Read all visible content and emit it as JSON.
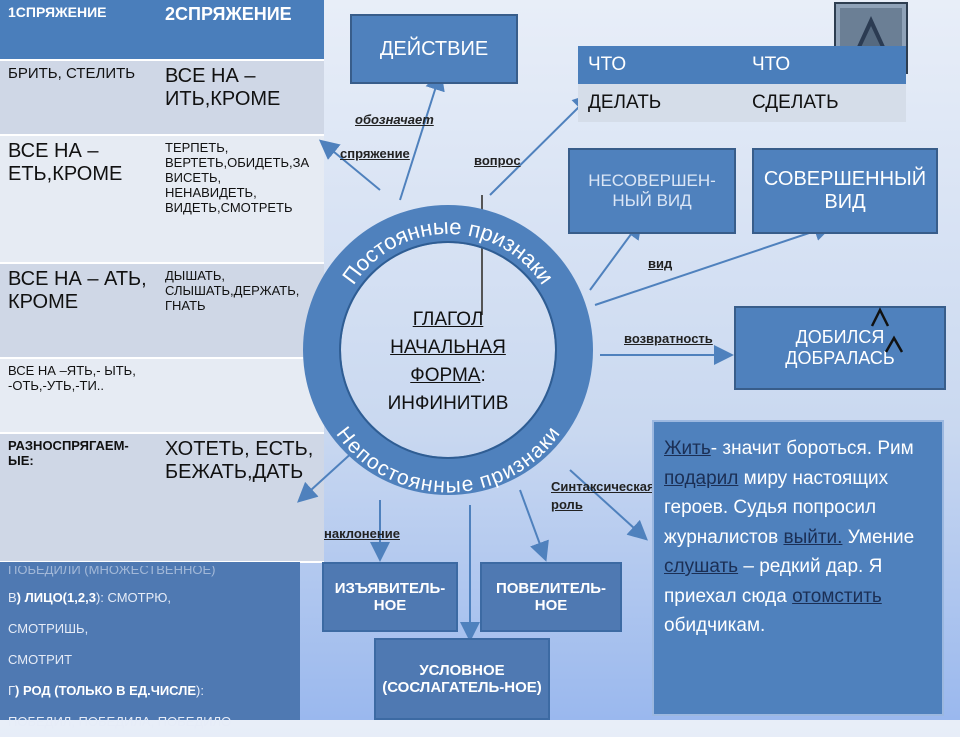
{
  "conj_table": {
    "headers": [
      "1СПРЯЖЕНИЕ",
      "2СПРЯЖЕНИЕ"
    ],
    "rows": [
      [
        "БРИТЬ, СТЕЛИТЬ",
        "ВСЕ НА – ИТЬ,КРОМЕ"
      ],
      [
        "ВСЕ НА – ЕТЬ,КРОМЕ",
        "ТЕРПЕТЬ, ВЕРТЕТЬ,ОБИДЕТЬ,ЗАВИСЕТЬ, НЕНАВИДЕТЬ, ВИДЕТЬ,СМОТРЕТЬ"
      ],
      [
        "ВСЕ НА – АТЬ, КРОМЕ",
        "ДЫШАТЬ, СЛЫШАТЬ,ДЕРЖАТЬ, ГНАТЬ"
      ],
      [
        "ВСЕ НА –ЯТЬ,- ЫТЬ, -ОТЬ,-УТЬ,-ТИ..",
        ""
      ],
      [
        "РАЗНОСПРЯГАЕМ-ЫЕ:",
        "ХОТЕТЬ, ЕСТЬ, БЕЖАТЬ,ДАТЬ"
      ]
    ]
  },
  "lower_panel": {
    "line1": "ПОБЕДИЛИ (МНОЖЕСТВЕННОЕ)",
    "line2_prefix": "В",
    "line2_bold": ") ЛИЦО(1,2,3",
    "line2_rest": "): СМОТРЮ,",
    "line3": "СМОТРИШЬ,",
    "line4": "СМОТРИТ",
    "line5_prefix": "Г",
    "line5_bold": ") РОД (ТОЛЬКО В ЕД.ЧИСЛЕ",
    "line5_rest": "):",
    "line6": "ПОБЕДИЛ, ПОБЕДИЛА, ПОБЕДИЛО"
  },
  "deystvie": "ДЕЙСТВИЕ",
  "what_table": {
    "h1": "ЧТО",
    "h2": "ЧТО",
    "b1": "ДЕЛАТЬ",
    "b2": "СДЕЛАТЬ"
  },
  "labels": {
    "oboznachaet": "обозначает",
    "spryazhenie": "спряжение",
    "vopros": "вопрос",
    "vid": "вид",
    "vozvratnost": "возвратность",
    "sintaksicheskaya": "Синтаксическая роль",
    "naklonenie": "наклонение"
  },
  "ring": {
    "top_text": "Постоянные признаки",
    "bottom_text": "Непостоянные признаки",
    "center_line1": "ГЛАГОЛ",
    "center_line2": "НАЧАЛЬНАЯ",
    "center_line3": "ФОРМА",
    "center_line3_suffix": ":",
    "center_line4": "ИНФИНИТИВ"
  },
  "nesovershenny": "НЕСОВЕРШЕН-НЫЙ ВИД",
  "sovershenny": "СОВЕРШЕННЫЙ ВИД",
  "dobilsya_line1": "ДОБИЛСЯ",
  "dobilsya_line2": "ДОБРАЛАСЬ",
  "izyavitelnoe": "ИЗЪЯВИТЕЛЬ-НОЕ",
  "povelitelnoe": "ПОВЕЛИТЕЛЬ-НОЕ",
  "uslovnoe": "УСЛОВНОЕ (СОСЛАГАТЕЛЬ-НОЕ)",
  "quote": {
    "w1": "Жить",
    "t1": "- значит бороться. Рим ",
    "w2": "подарил",
    "t2": " миру настоящих героев. Судья попросил журналистов ",
    "w3": "выйти.",
    "t3": " Умение ",
    "w4": "слушать",
    "t4": " – редкий дар. Я приехал сюда ",
    "w5": "отомстить",
    "t5": " обидчикам."
  },
  "colors": {
    "ring": "#4f81bd",
    "box": "#4f81bd",
    "header": "#4a7ebb"
  },
  "icons": {
    "nav": "back-arrow-icon"
  }
}
